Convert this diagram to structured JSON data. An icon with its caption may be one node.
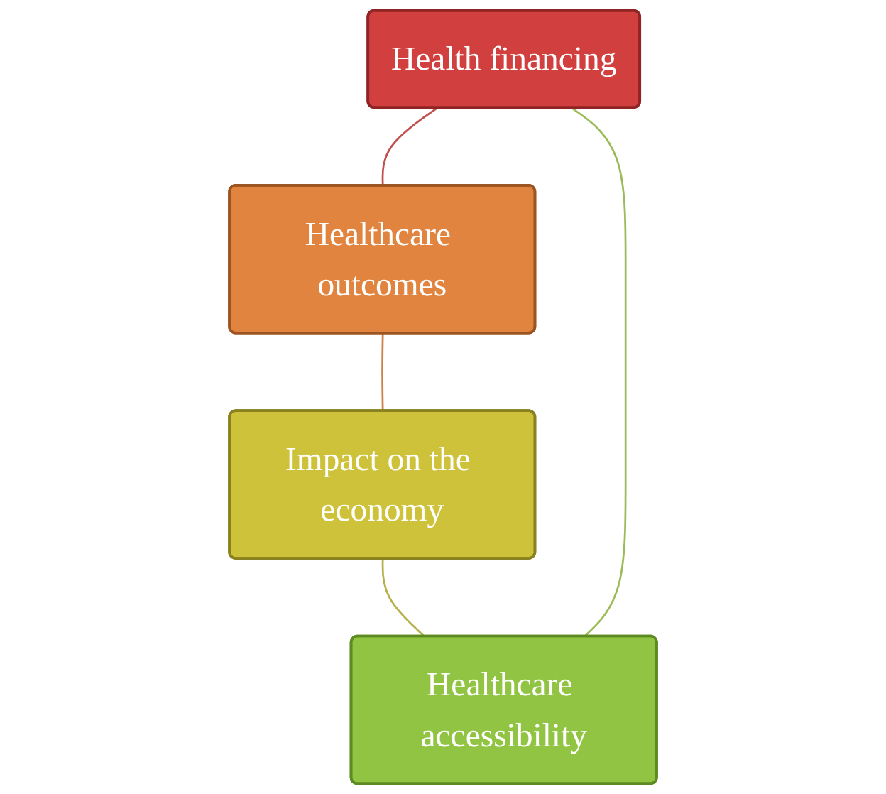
{
  "diagram": {
    "nodes": [
      {
        "text": [
          "Health financing"
        ]
      },
      {
        "text": [
          "Healthcare outcomes"
        ]
      },
      {
        "text": [
          "Impact on the economy"
        ]
      },
      {
        "text": [
          "Healthcare accessibility"
        ]
      }
    ],
    "edges": [
      {
        "from": 0,
        "to": 1,
        "arrow": "none",
        "color": "#c0504d"
      },
      {
        "from": 1,
        "to": 2,
        "arrow": "none",
        "color": "#c8834a"
      },
      {
        "from": 2,
        "to": 3,
        "arrow": "none",
        "color": "#b5b04a"
      },
      {
        "from": 3,
        "to": 0,
        "arrow": "none",
        "color": "#9bbb59"
      }
    ]
  }
}
